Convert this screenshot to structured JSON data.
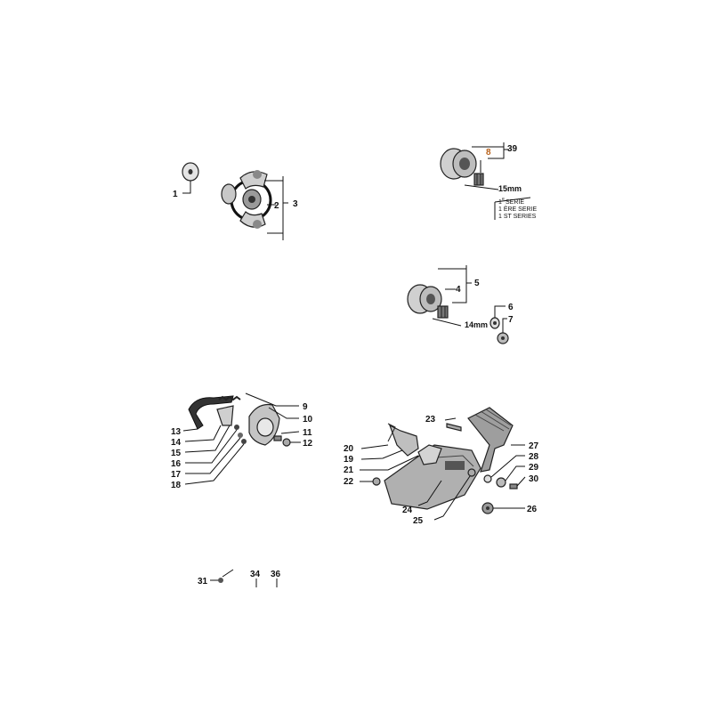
{
  "colors": {
    "highlight": "#b8621b",
    "ink": "#111111",
    "part_fill": "#d8d8d8",
    "part_dark": "#9a9a9a"
  },
  "callouts": {
    "c1": "1",
    "c2": "2",
    "c3": "3",
    "c4": "4",
    "c5": "5",
    "c6": "6",
    "c7": "7",
    "c8": "8",
    "c9": "9",
    "c10": "10",
    "c11": "11",
    "c12": "12",
    "c13": "13",
    "c14": "14",
    "c15": "15",
    "c16": "16",
    "c17": "17",
    "c18": "18",
    "c19": "19",
    "c20": "20",
    "c21": "21",
    "c22": "22",
    "c23": "23",
    "c24": "24",
    "c25": "25",
    "c26": "26",
    "c27": "27",
    "c28": "28",
    "c29": "29",
    "c30": "30",
    "c31": "31",
    "c34": "34",
    "c36": "36",
    "c39": "39"
  },
  "notes": {
    "size_15": "15mm",
    "size_14": "14mm",
    "series_fr_1": "1",
    "series_fr_sup": "e",
    "series_fr_2": "SERIE",
    "series_fr_alt": "1 ÈRE SERIE",
    "series_en": "1 ST SERIES"
  }
}
